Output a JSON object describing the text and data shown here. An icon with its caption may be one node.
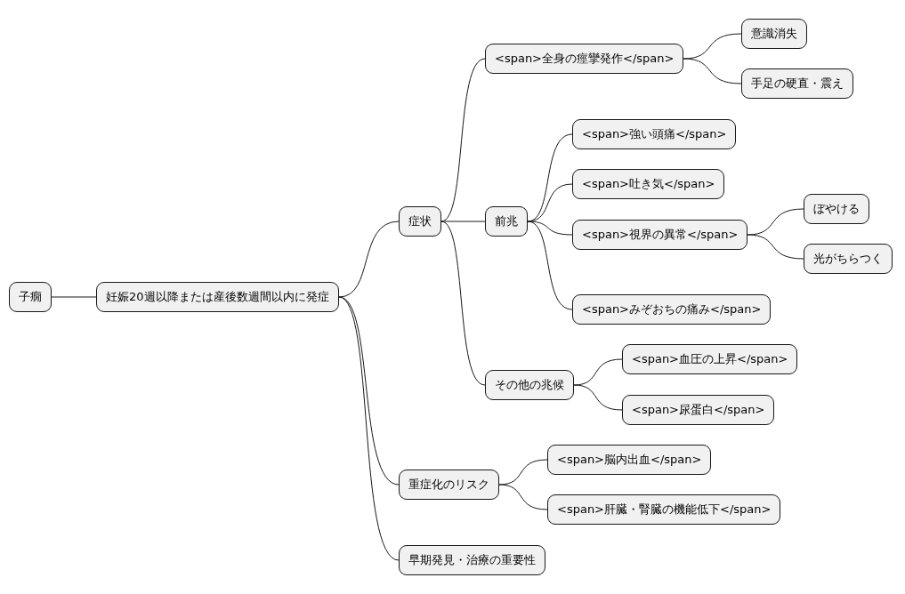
{
  "diagram": {
    "nodes": [
      {
        "text": [
          "子癇"
        ]
      },
      {
        "text": [
          "妊娠20週以降または産後数週間以内に発症"
        ]
      },
      {
        "text": [
          "症状"
        ]
      },
      {
        "text": [
          "<span>全身の痙攣発作</span>"
        ]
      },
      {
        "text": [
          "意識消失"
        ]
      },
      {
        "text": [
          "手足の硬直・震え"
        ]
      },
      {
        "text": [
          "前兆"
        ]
      },
      {
        "text": [
          "<span>強い頭痛</span>"
        ]
      },
      {
        "text": [
          "<span>吐き気</span>"
        ]
      },
      {
        "text": [
          "<span>視界の異常</span>"
        ]
      },
      {
        "text": [
          "ぼやける"
        ]
      },
      {
        "text": [
          "光がちらつく"
        ]
      },
      {
        "text": [
          "<span>みぞおちの痛み</span>"
        ]
      },
      {
        "text": [
          "その他の兆候"
        ]
      },
      {
        "text": [
          "<span>血圧の上昇</span>"
        ]
      },
      {
        "text": [
          "<span>尿蛋白</span>"
        ]
      },
      {
        "text": [
          "重症化のリスク"
        ]
      },
      {
        "text": [
          "<span>脳内出血</span>"
        ]
      },
      {
        "text": [
          "<span>肝臓・腎臓の機能低下</span>"
        ]
      },
      {
        "text": [
          "早期発見・治療の重要性"
        ]
      }
    ],
    "edges": [
      {
        "from": 0,
        "to": 1,
        "arrow": "none"
      },
      {
        "from": 1,
        "to": 2,
        "arrow": "none"
      },
      {
        "from": 2,
        "to": 3,
        "arrow": "none"
      },
      {
        "from": 3,
        "to": 4,
        "arrow": "none"
      },
      {
        "from": 3,
        "to": 5,
        "arrow": "none"
      },
      {
        "from": 2,
        "to": 6,
        "arrow": "none"
      },
      {
        "from": 6,
        "to": 7,
        "arrow": "none"
      },
      {
        "from": 6,
        "to": 8,
        "arrow": "none"
      },
      {
        "from": 6,
        "to": 9,
        "arrow": "none"
      },
      {
        "from": 9,
        "to": 10,
        "arrow": "none"
      },
      {
        "from": 9,
        "to": 11,
        "arrow": "none"
      },
      {
        "from": 6,
        "to": 12,
        "arrow": "none"
      },
      {
        "from": 2,
        "to": 13,
        "arrow": "none"
      },
      {
        "from": 13,
        "to": 14,
        "arrow": "none"
      },
      {
        "from": 13,
        "to": 15,
        "arrow": "none"
      },
      {
        "from": 1,
        "to": 16,
        "arrow": "none"
      },
      {
        "from": 16,
        "to": 17,
        "arrow": "none"
      },
      {
        "from": 16,
        "to": 18,
        "arrow": "none"
      },
      {
        "from": 1,
        "to": 19,
        "arrow": "none"
      }
    ]
  }
}
